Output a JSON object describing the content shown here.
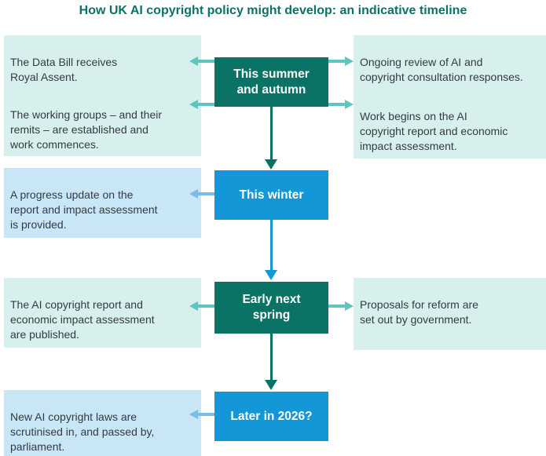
{
  "title": "How UK AI copyright policy might develop: an indicative timeline",
  "colors": {
    "teal_dark": "#0B7365",
    "blue_main": "#1497D7",
    "cyan_light": "#D8F0ED",
    "blue_light": "#C9E6F7",
    "arrow_teal": "#5EC5BF",
    "arrow_blue": "#79BCE6",
    "text_dark": "#333B42"
  },
  "milestones": [
    {
      "id": "summer-autumn",
      "label": "This summer\nand autumn",
      "color": "teal"
    },
    {
      "id": "winter",
      "label": "This winter",
      "color": "blue"
    },
    {
      "id": "spring",
      "label": "Early next\nspring",
      "color": "teal"
    },
    {
      "id": "later-2026",
      "label": "Later in 2026?",
      "color": "blue"
    }
  ],
  "events": [
    {
      "side": "left",
      "milestone": "summer-autumn",
      "text": "The Data Bill receives\nRoyal Assent."
    },
    {
      "side": "right",
      "milestone": "summer-autumn",
      "text": "Ongoing review of AI and\ncopyright consultation responses."
    },
    {
      "side": "left",
      "milestone": "summer-autumn",
      "text": "The working groups – and their\nremits – are established and\nwork commences."
    },
    {
      "side": "right",
      "milestone": "summer-autumn",
      "text": "Work begins on the AI\ncopyright report and economic\nimpact assessment."
    },
    {
      "side": "left",
      "milestone": "winter",
      "text": "A progress update on the\nreport and impact assessment\nis provided."
    },
    {
      "side": "left",
      "milestone": "spring",
      "text": "The AI copyright report and\neconomic impact assessment\nare published."
    },
    {
      "side": "right",
      "milestone": "spring",
      "text": "Proposals for reform are\nset out by government."
    },
    {
      "side": "left",
      "milestone": "later-2026",
      "text": "New AI copyright laws are\nscrutinised in, and passed by,\nparliament."
    }
  ],
  "flow": [
    {
      "from": "summer-autumn",
      "to": "winter"
    },
    {
      "from": "winter",
      "to": "spring"
    },
    {
      "from": "spring",
      "to": "later-2026"
    }
  ]
}
